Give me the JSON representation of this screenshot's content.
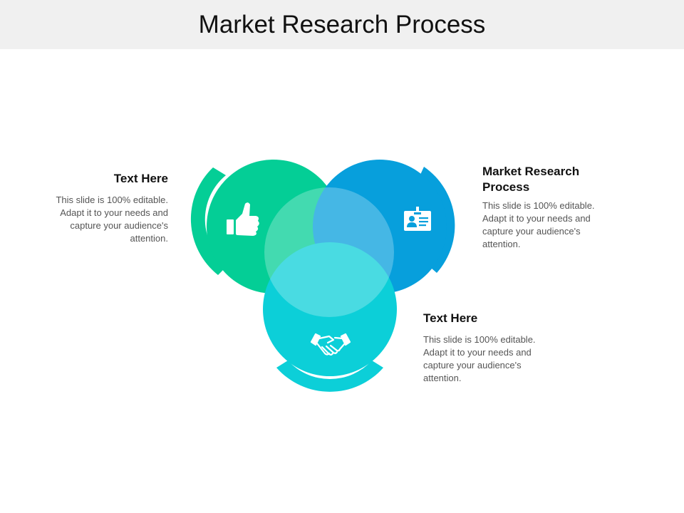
{
  "title": "Market Research Process",
  "colors": {
    "green": "#04CE96",
    "blue": "#079FDC",
    "cyan": "#0CCFD8",
    "title_bar": "#f0f0f0"
  },
  "circles": [
    {
      "id": "green",
      "icon": "thumbs-up-icon"
    },
    {
      "id": "blue",
      "icon": "id-badge-icon"
    },
    {
      "id": "cyan",
      "icon": "handshake-icon"
    }
  ],
  "blocks": {
    "left": {
      "heading": "Text Here",
      "body": "This slide is 100% editable. Adapt it to your needs and capture your audience's attention."
    },
    "right": {
      "heading": "Market Research Process",
      "body": "This slide is 100% editable. Adapt it to your needs and capture your audience's attention."
    },
    "bottom": {
      "heading": "Text Here",
      "body": "This slide is 100% editable. Adapt it to your needs and capture your audience's attention."
    }
  }
}
